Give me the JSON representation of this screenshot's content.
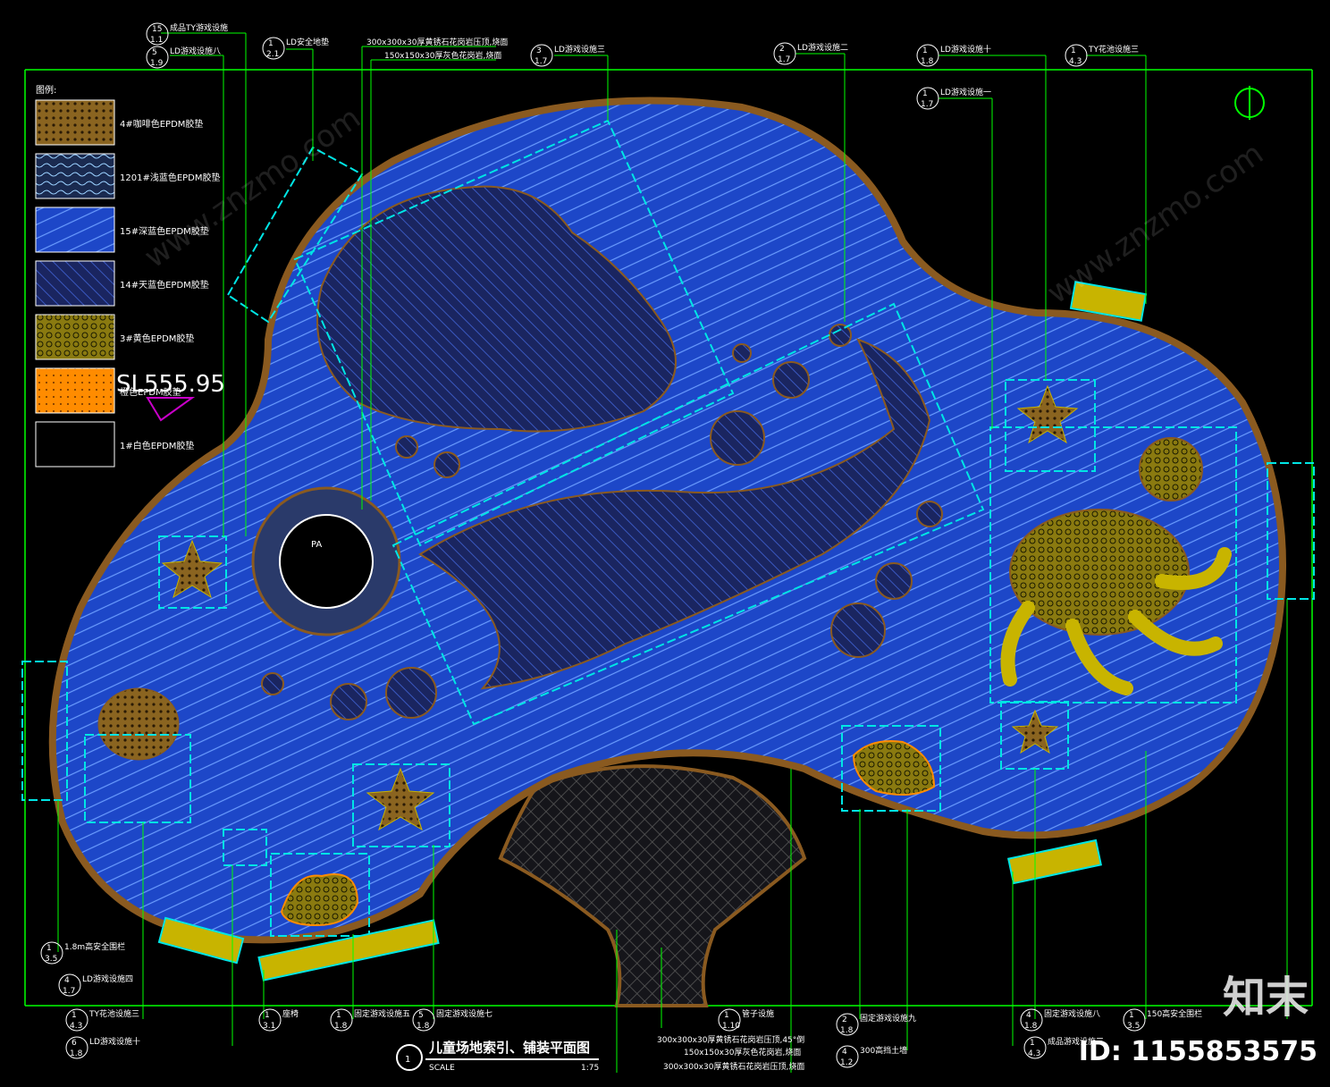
{
  "colors": {
    "background": "#000000",
    "frame": "#00ff00",
    "blue_fill": "#1d47c8",
    "dark_fill": "#1a2560",
    "cyan": "#00e5e5",
    "yellow": "#c8b400",
    "brown": "#8a5a20",
    "orange": "#ff8c00",
    "white": "#ffffff"
  },
  "legend": {
    "title": "图例:",
    "items": [
      {
        "label": "4#咖啡色EPDM胶垫",
        "color": "#8a6420",
        "pattern": "dots"
      },
      {
        "label": "1201#浅蓝色EPDM胶垫",
        "color": "#1a2a50",
        "pattern": "waves"
      },
      {
        "label": "15#深蓝色EPDM胶垫",
        "color": "#1d47c8",
        "pattern": "hatch"
      },
      {
        "label": "14#天蓝色EPDM胶垫",
        "color": "#1a2560",
        "pattern": "diag"
      },
      {
        "label": "3#黄色EPDM胶垫",
        "color": "#8a7a10",
        "pattern": "circles"
      },
      {
        "label": "橙色EPDM胶垫",
        "color": "#ff8c00",
        "pattern": "dots"
      },
      {
        "label": "1#白色EPDM胶垫",
        "color": "#000000",
        "pattern": "none"
      }
    ]
  },
  "elevation": "SL555.95",
  "pa_label": "PA",
  "top_callouts": [
    {
      "text": "成品TY游戏设施",
      "num": "15",
      "ref": "1.1"
    },
    {
      "text": "LD游戏设施八",
      "num": "5",
      "ref": "1.9"
    },
    {
      "text": "LD安全地垫",
      "num": "1",
      "ref": "2.1"
    },
    {
      "text": "300x300x30厚黄锈石花岗岩压顶,烧面",
      "num": "",
      "ref": ""
    },
    {
      "text": "150x150x30厚灰色花岗岩,烧面",
      "num": "",
      "ref": ""
    },
    {
      "text": "LD游戏设施三",
      "num": "3",
      "ref": "1.7"
    },
    {
      "text": "LD游戏设施二",
      "num": "2",
      "ref": "1.7"
    },
    {
      "text": "LD游戏设施十",
      "num": "1",
      "ref": "1.8"
    },
    {
      "text": "LD游戏设施一",
      "num": "1",
      "ref": "1.7"
    },
    {
      "text": "TY花池设施三",
      "num": "1",
      "ref": "4.3"
    }
  ],
  "bottom_callouts": [
    {
      "text": "1.8m高安全围栏",
      "num": "1",
      "ref": "3.5"
    },
    {
      "text": "LD游戏设施四",
      "num": "4",
      "ref": "1.7"
    },
    {
      "text": "TY花池设施三",
      "num": "1",
      "ref": "4.3"
    },
    {
      "text": "LD游戏设施十",
      "num": "6",
      "ref": "1.8"
    },
    {
      "text": "座椅",
      "num": "1",
      "ref": "3.1"
    },
    {
      "text": "固定游戏设施五",
      "num": "1",
      "ref": "1.8"
    },
    {
      "text": "固定游戏设施七",
      "num": "5",
      "ref": "1.8"
    },
    {
      "text": "300x300x30厚黄锈石花岗岩压顶,45°倒",
      "num": "",
      "ref": ""
    },
    {
      "text": "150x150x30厚灰色花岗岩,烧面",
      "num": "",
      "ref": ""
    },
    {
      "text": "300x300x30厚黄锈石花岗岩压顶,烧面",
      "num": "",
      "ref": ""
    },
    {
      "text": "管子设施",
      "num": "1",
      "ref": "1.10"
    },
    {
      "text": "固定游戏设施九",
      "num": "2",
      "ref": "1.8"
    },
    {
      "text": "300高挡土墙",
      "num": "4",
      "ref": "1.2"
    },
    {
      "text": "固定游戏设施八",
      "num": "4",
      "ref": "1.8"
    },
    {
      "text": "成品游戏设施三",
      "num": "1",
      "ref": "4.3"
    },
    {
      "text": "150高安全围栏",
      "num": "1",
      "ref": "3.5"
    }
  ],
  "title": {
    "number": "1",
    "text": "儿童场地索引、铺装平面图",
    "scale_label": "SCALE",
    "scale_value": "1:75"
  },
  "branding": {
    "logo": "知末",
    "id": "ID: 1155853575",
    "watermark": "www.znzmo.com"
  }
}
